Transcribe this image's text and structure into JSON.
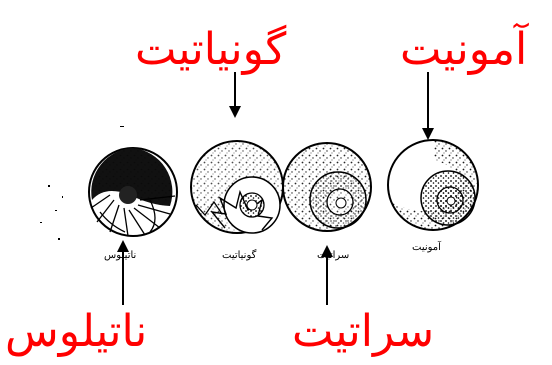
{
  "labels": {
    "goniatite": "گونیاتیت",
    "ammonite": "آمونیت",
    "nautilus": "ناتیلوس",
    "ceratite": "سراتیت"
  },
  "captions": {
    "nautilus": "ناتیلوس",
    "goniatite": "گونیاتیت",
    "ceratite": "سراتیت",
    "ammonite": "آمونیت"
  },
  "colors": {
    "label": "#ff0000",
    "ink": "#000000"
  }
}
